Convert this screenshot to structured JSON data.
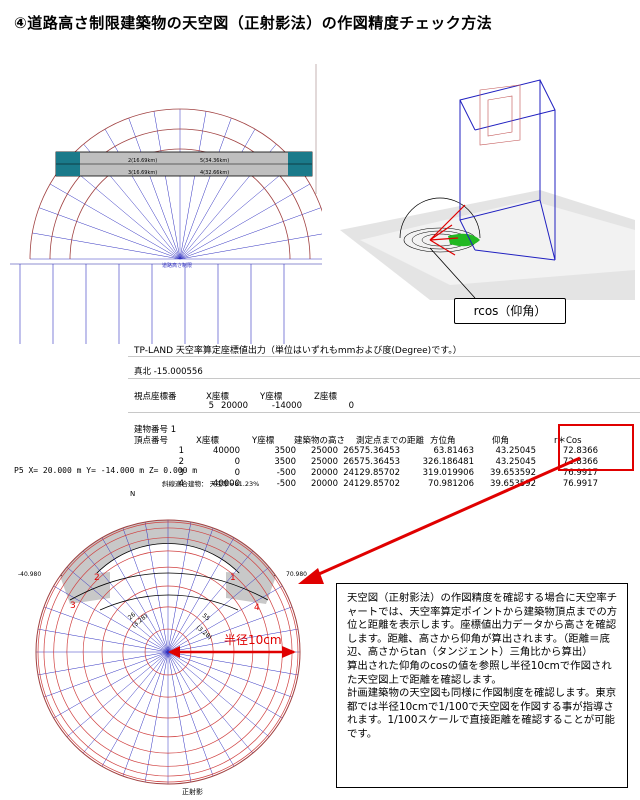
{
  "title": "④道路高さ制限建築物の天空図（正射影法）の作図精度チェック方法",
  "rcos_label": "rcos（仰角）",
  "fig1": {
    "segment_labels": [
      "2(16.69km)",
      "3(16.69km)",
      "5(34.36km)",
      "4(32.66km)"
    ],
    "bottom_label": "道路高さ制限"
  },
  "table": {
    "header": "TP-LAND 天空率算定座標値出力（単位はいずれもmmおよび度(Degree)です。）",
    "north": "真北 -15.000556",
    "view_columns": [
      "視点座標番",
      "X座標",
      "Y座標",
      "Z座標"
    ],
    "view_row": [
      "5",
      "20000",
      "-14000",
      "0"
    ],
    "building_label": "建物番号 1",
    "columns": [
      "頂点番号",
      "X座標",
      "Y座標",
      "建築物の高さ",
      "測定点までの距離",
      "方位角",
      "仰角",
      "r＊Cos"
    ],
    "rows": [
      [
        "1",
        "40000",
        "3500",
        "25000",
        "26575.36453",
        "63.81463",
        "43.25045",
        "72.8366"
      ],
      [
        "2",
        "0",
        "3500",
        "25000",
        "26575.36453",
        "326.186481",
        "43.25045",
        "72.8366"
      ],
      [
        "3",
        "0",
        "-500",
        "20000",
        "24129.85702",
        "319.019906",
        "39.653592",
        "76.9917"
      ],
      [
        "4",
        "40000",
        "-500",
        "20000",
        "24129.85702",
        "70.981206",
        "39.653592",
        "76.9917"
      ]
    ]
  },
  "p5_line": "P5 X=  20.000 m  Y=  -14.000 m  Z=   0.000 m",
  "fig3": {
    "caption": "斜線適合建物：  天空率=81.23%",
    "north": "N",
    "left_value": "-40.980",
    "right_value": "70.980",
    "labels": [
      "1",
      "2",
      "3",
      "4"
    ],
    "inner_labels": [
      "26",
      "55",
      "(3.28)",
      "(3.28)"
    ],
    "radius_label": "半径10cm",
    "bottom_label": "正射影"
  },
  "description": [
    "天空図（正射影法）の作図精度を確認する場合に天空率チャートでは、天空率算定ポイントから建築物頂点までの方位と距離を表示します。座標値出力データから高さを確認します。距離、高さから仰角が算出されます。（距離＝底辺、高さからtan（タンジェント）三角比から算出）",
    "算出された仰角のcosの値を参照し半径10cmで作図された天空図上で距離を確認します。",
    "計画建築物の天空図も同様に作図制度を確認します。東京都では半径10cmで1/100で天空図を作図する事が指導されます。1/100スケールで直接距離を確認することが可能です。"
  ],
  "colors": {
    "accent_red": "#e00000",
    "fill_gray": "#c8c8c8",
    "line_blue": "#3030c0",
    "line_brown": "#a04040",
    "teal": "#1a7a8a",
    "green": "#22b822"
  }
}
